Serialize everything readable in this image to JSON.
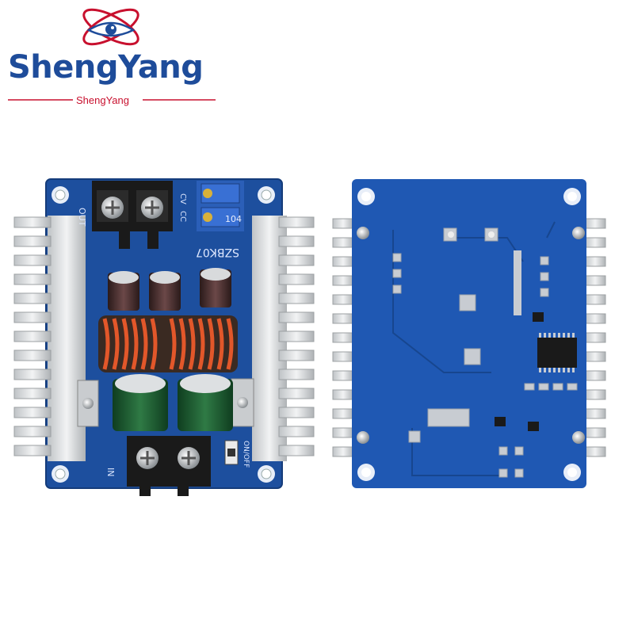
{
  "brand": {
    "name": "ShengYang",
    "tagline": "ShengYang",
    "text_color": "#1e4c9a",
    "accent_color": "#c8102e"
  },
  "photo": {
    "description_icons": [
      "front-board",
      "back-board"
    ],
    "front_board": {
      "model_label": "SZBK07",
      "terminal_label_out": "OUT",
      "terminal_label_in": "IN",
      "pot_label_cv": "CV",
      "pot_label_cc": "CC",
      "pot_code": "104",
      "switch_label": "ON/OFF"
    }
  }
}
